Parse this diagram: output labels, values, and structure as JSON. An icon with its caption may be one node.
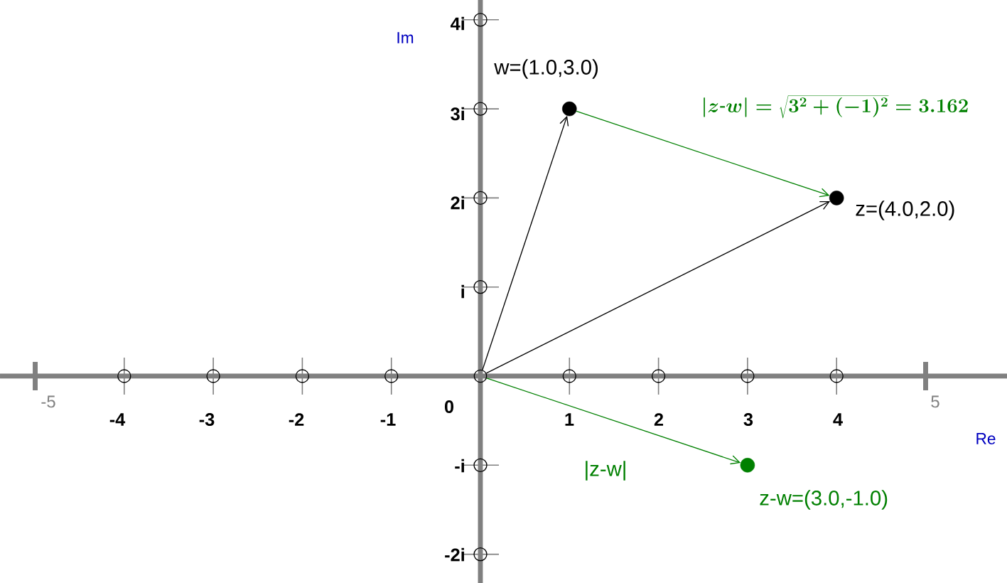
{
  "diagram": {
    "nodes": [
      {
        "text": [],
        "shape": "circle"
      },
      {
        "text": [],
        "shape": "circle",
        "beside": [
          "w=(1.0,3.0)"
        ]
      },
      {
        "text": [],
        "shape": "circle",
        "beside": [
          "z=(4.0,2.0)"
        ]
      },
      {
        "text": [],
        "shape": "circle",
        "beside": [
          "z-w=(3.0,-1.0)"
        ]
      }
    ],
    "edges": [
      {
        "from": 0,
        "to": 1,
        "arrow": "to"
      },
      {
        "from": 0,
        "to": 2,
        "arrow": "to"
      },
      {
        "from": 1,
        "to": 2,
        "arrow": "to",
        "color": "#008000"
      },
      {
        "from": 0,
        "to": 3,
        "arrow": "to",
        "color": "#008000",
        "label": "|z-w|"
      }
    ],
    "labels": [
      "4i",
      "Im",
      "3i",
      "|z\\mbox{-}w|=\\sqrt{3^{2}+(-1)^{2}}=3.162",
      "2i",
      "i",
      "-5",
      "-4",
      "-3",
      "-2",
      "-1",
      "0",
      "1",
      "2",
      "3",
      "4",
      "5",
      "Re",
      "-i",
      "-2i"
    ]
  }
}
